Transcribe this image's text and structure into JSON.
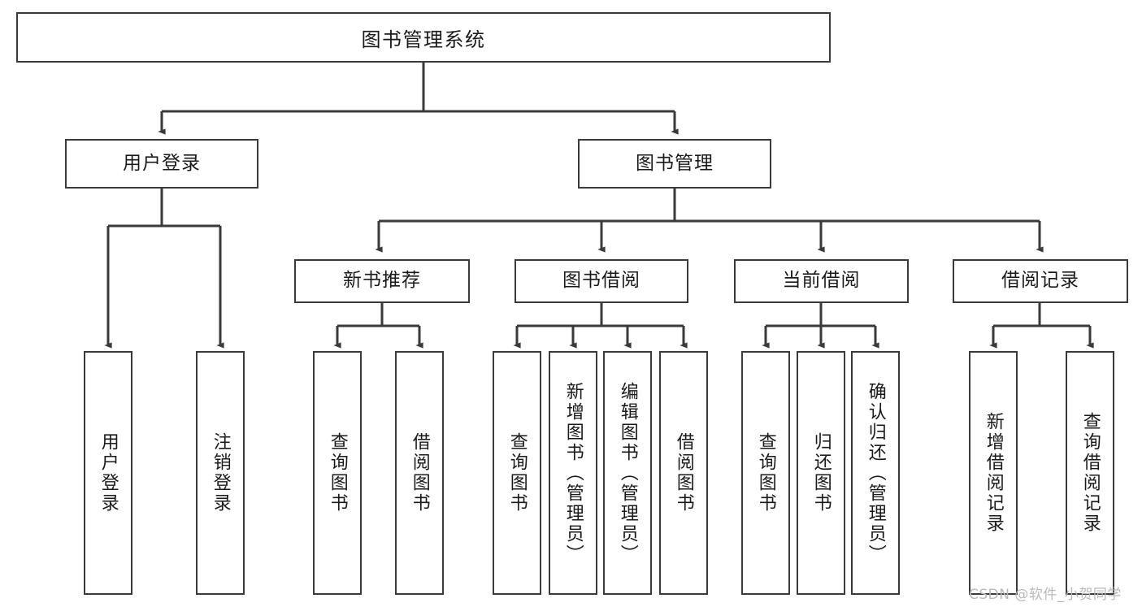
{
  "diagram": {
    "title": "图书管理系统",
    "watermark": "CSDN @软件_小贺同学",
    "colors": {
      "stroke": "#3a3a3a",
      "fill": "#ffffff",
      "text": "#1a1a1a",
      "watermark": "#b9b9b9"
    },
    "nodes": {
      "root": "图书管理系统",
      "level2": [
        {
          "label": "用户登录"
        },
        {
          "label": "图书管理"
        }
      ],
      "level3": [
        {
          "label": "新书推荐"
        },
        {
          "label": "图书借阅"
        },
        {
          "label": "当前借阅"
        },
        {
          "label": "借阅记录"
        }
      ],
      "leaves": [
        {
          "label": "用户登录"
        },
        {
          "label": "注销登录"
        },
        {
          "label": "查询图书"
        },
        {
          "label": "借阅图书"
        },
        {
          "label": "查询图书"
        },
        {
          "label": "新增图书（管理员）"
        },
        {
          "label": "编辑图书（管理员）"
        },
        {
          "label": "借阅图书"
        },
        {
          "label": "查询图书"
        },
        {
          "label": "归还图书"
        },
        {
          "label": "确认归还（管理员）"
        },
        {
          "label": "新增借阅记录"
        },
        {
          "label": "查询借阅记录"
        }
      ]
    }
  }
}
